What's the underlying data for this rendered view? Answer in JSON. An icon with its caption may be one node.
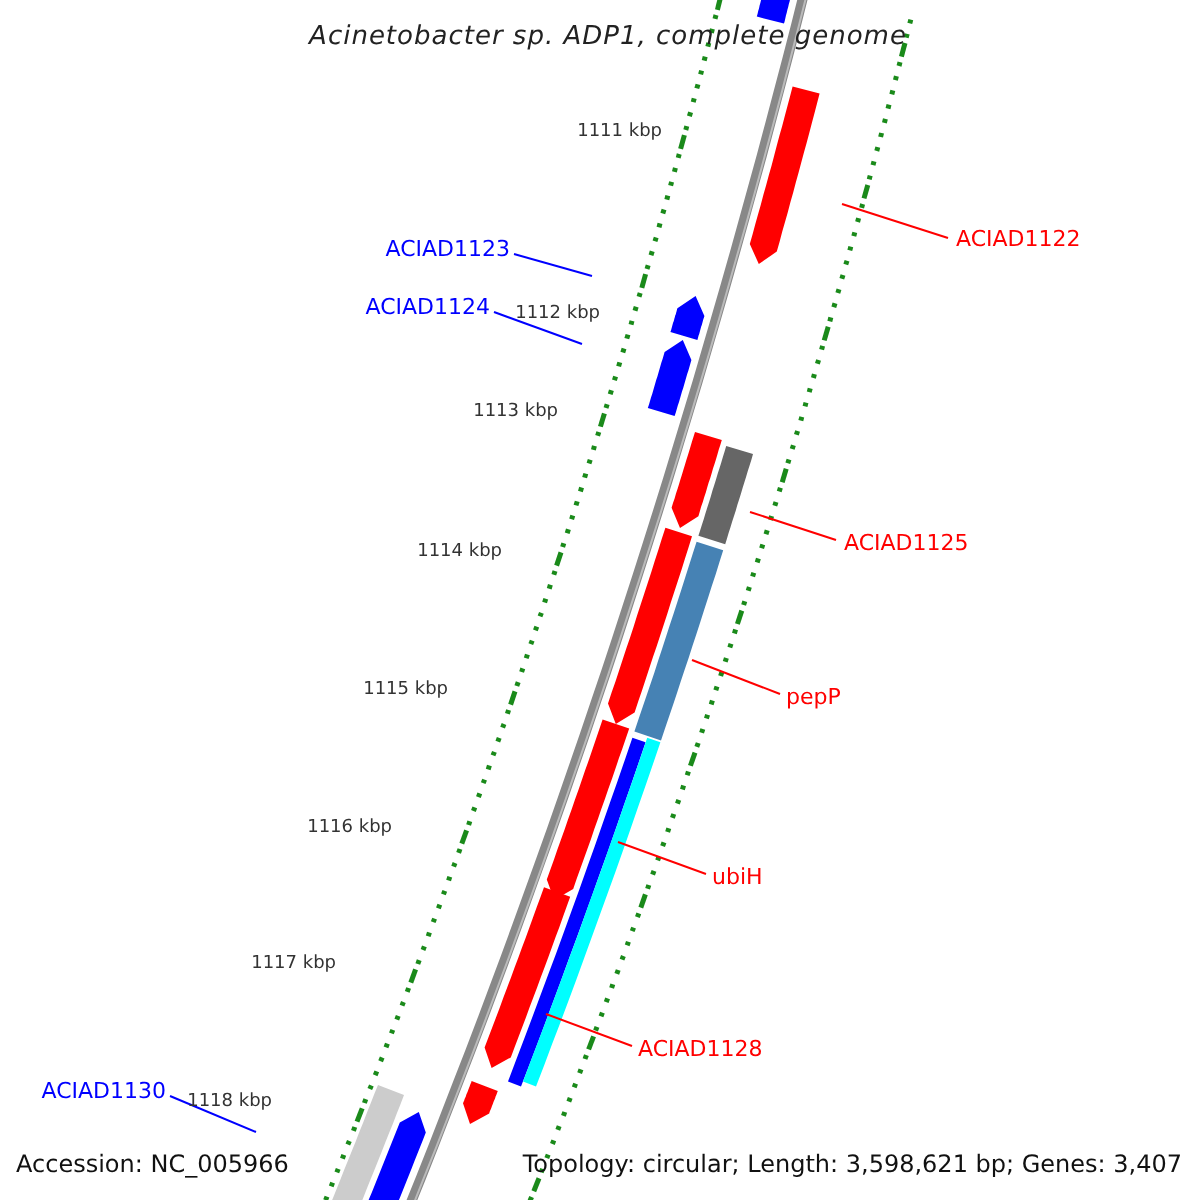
{
  "diagram": {
    "title": "Acinetobacter sp. ADP1, complete genome",
    "nodes": [
      {
        "text": [
          "ACIAD1122"
        ]
      },
      {
        "text": [
          "ACIAD1123"
        ]
      },
      {
        "text": [
          "ACIAD1124"
        ]
      },
      {
        "text": [
          "ACIAD1125"
        ]
      },
      {
        "text": [
          "pepP"
        ]
      },
      {
        "text": [
          "ubiH"
        ]
      },
      {
        "text": [
          "ACIAD1128"
        ]
      },
      {
        "text": [
          "ACIAD1130"
        ]
      }
    ],
    "edges": [
      {
        "from": 0,
        "to": null,
        "arrow": "none"
      },
      {
        "from": 1,
        "to": null,
        "arrow": "none",
        "color": "#0000ff"
      },
      {
        "from": 2,
        "to": null,
        "arrow": "none",
        "color": "#0000ff"
      },
      {
        "from": 3,
        "to": null,
        "arrow": "none"
      },
      {
        "from": 4,
        "to": null,
        "arrow": "none"
      },
      {
        "from": 5,
        "to": null,
        "arrow": "none"
      },
      {
        "from": 6,
        "to": null,
        "arrow": "none"
      },
      {
        "from": 7,
        "to": null,
        "arrow": "none",
        "color": "#0000ff"
      }
    ],
    "labels": [
      "1111 kbp",
      "1112 kbp",
      "1113 kbp",
      "1114 kbp",
      "1115 kbp",
      "1116 kbp",
      "1117 kbp",
      "1118 kbp",
      "Accession: NC_005966",
      "Topology: circular; Length: 3,598,621 bp; Genes: 3,407"
    ]
  }
}
